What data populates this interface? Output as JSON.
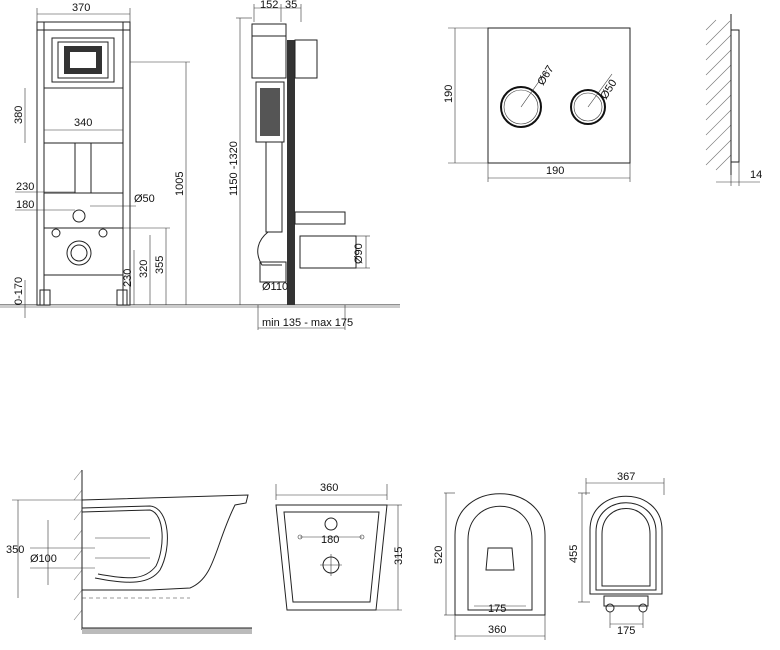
{
  "frame_front": {
    "width_label": "370",
    "d380": "380",
    "d340": "340",
    "d230_left": "230",
    "d180": "180",
    "d50": "Ø50",
    "d0170": "0-170",
    "d1005": "1005",
    "d355": "355",
    "d320": "320",
    "d230_right": "230"
  },
  "frame_side": {
    "d152": "152",
    "d35": "35",
    "d1150": "1150 -1320",
    "d110": "Ø110",
    "d90": "Ø90",
    "minmax": "min 135 - max 175"
  },
  "plate": {
    "h190": "190",
    "w190": "190",
    "d67": "Ø67",
    "d50": "Ø50",
    "depth14": "14"
  },
  "bowl_side": {
    "d350": "350",
    "d100": "Ø100"
  },
  "bowl_back": {
    "w360": "360",
    "h315": "315",
    "d180": "180"
  },
  "bowl_top": {
    "h520": "520",
    "d175": "175",
    "w360": "360"
  },
  "seat": {
    "w367": "367",
    "h455": "455",
    "d175": "175"
  }
}
